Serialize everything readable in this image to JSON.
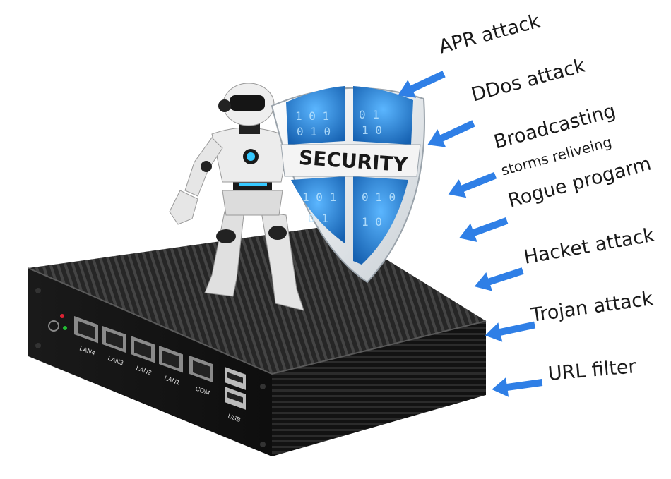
{
  "colors": {
    "arrow": "#2f7fe6",
    "case_dark": "#111111",
    "case_fin": "#2a2a2a",
    "shield_blue": "#2a8ad8",
    "shield_white": "#e8ecf0",
    "robot_white": "#e6e6e6",
    "robot_dark": "#1b1b1b",
    "glow": "#35c8ff"
  },
  "shield": {
    "text": "SECURITY"
  },
  "ports": {
    "lan4": "LAN4",
    "lan3": "LAN3",
    "lan2": "LAN2",
    "lan1": "LAN1",
    "com": "COM",
    "usb": "USB"
  },
  "threats": [
    {
      "label": "APR attack"
    },
    {
      "label": "DDos attack"
    },
    {
      "label": "Broadcasting"
    },
    {
      "label": "storms reliveing"
    },
    {
      "label": "Rogue progarm"
    },
    {
      "label": "Hacket attack"
    },
    {
      "label": "Trojan attack"
    },
    {
      "label": "URL filter"
    }
  ],
  "icons": [
    "arrow-left-icon",
    "power-icon",
    "shield-icon",
    "robot-icon"
  ]
}
